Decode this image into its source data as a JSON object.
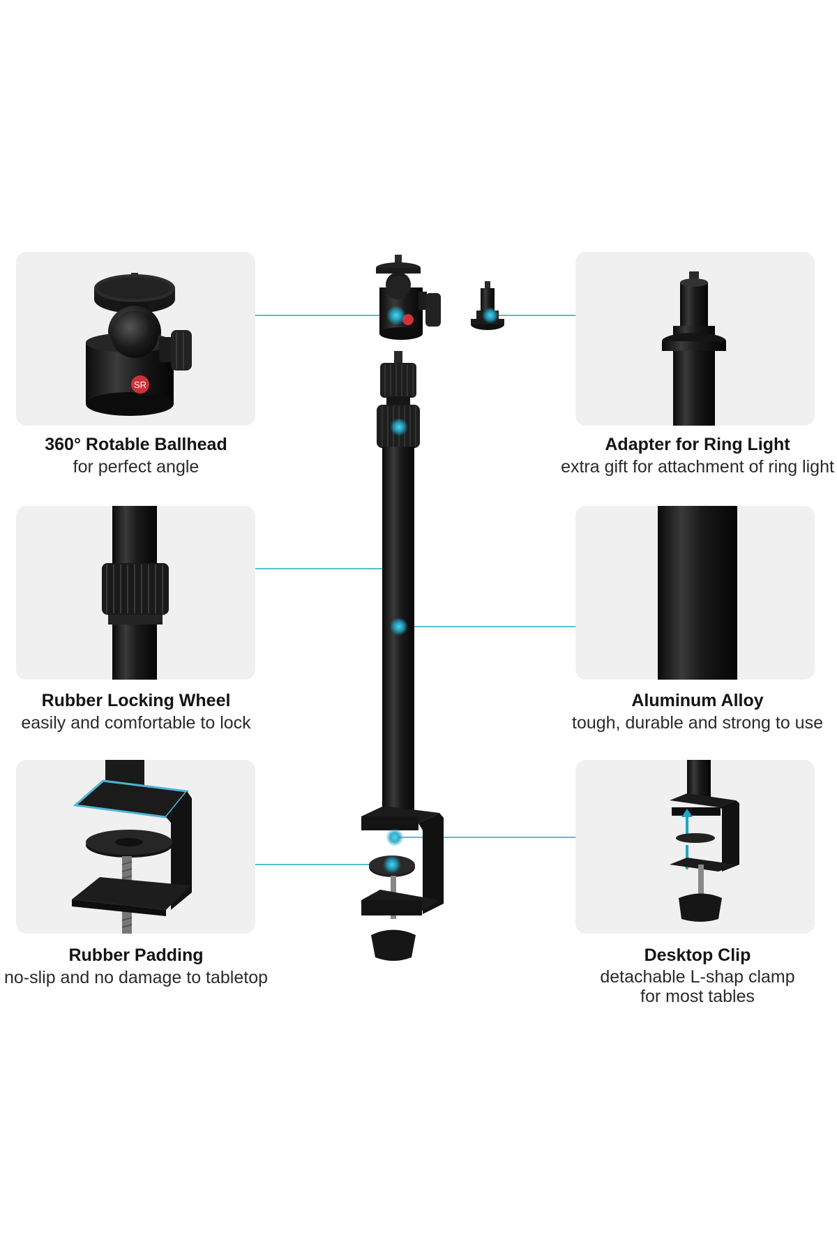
{
  "features": {
    "ballhead": {
      "title": "360° Rotable Ballhead",
      "subtitle": "for perfect angle"
    },
    "adapter": {
      "title": "Adapter for Ring Light",
      "subtitle": "extra gift for attachment of ring light"
    },
    "wheel": {
      "title": "Rubber Locking Wheel",
      "subtitle": "easily and comfortable to lock"
    },
    "aluminum": {
      "title": "Aluminum Alloy",
      "subtitle": "tough, durable and strong to use"
    },
    "padding": {
      "title": "Rubber Padding",
      "subtitle": "no-slip and no damage to tabletop"
    },
    "clip": {
      "title": "Desktop Clip",
      "subtitle_line1": "detachable L-shap clamp",
      "subtitle_line2": "for most tables"
    }
  },
  "logo_text": "SR",
  "colors": {
    "accent": "#1fa6c4",
    "panel": "#f0f0f0",
    "metal": "#1b1b1b"
  }
}
